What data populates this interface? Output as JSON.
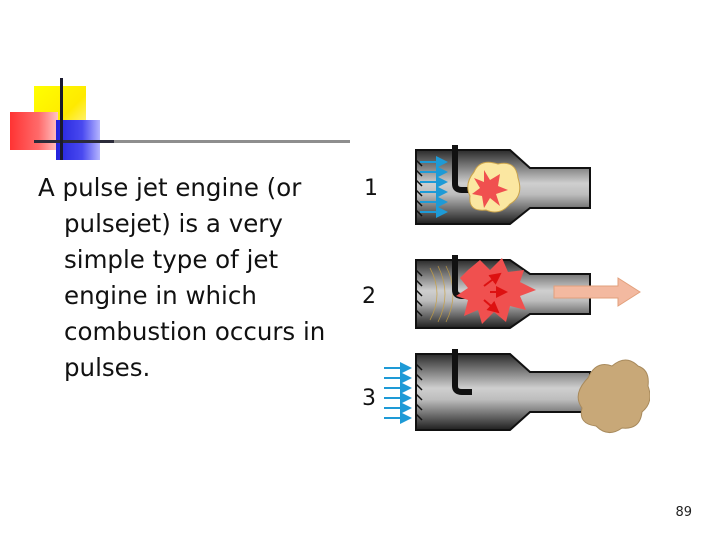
{
  "slide": {
    "body_text": "A pulse jet engine (or pulsejet) is a very simple type of jet engine in which combustion occurs in pulses.",
    "page_number": "89"
  },
  "diagram": {
    "stages": [
      {
        "label": "1",
        "event": "intake air flows in, fuel ignites"
      },
      {
        "label": "2",
        "event": "combustion burst expels exhaust"
      },
      {
        "label": "3",
        "event": "exhaust leaves, fresh air drawn in"
      }
    ]
  },
  "colors": {
    "yellow": "#ffff00",
    "red": "#ff3333",
    "blue": "#2222dd",
    "air_arrow": "#1e9ad6",
    "flame": "#f0504f",
    "fireball": "#fbe7a1",
    "exhaust": "#c8a878",
    "thrust_arrow": "#f3b9a0"
  }
}
